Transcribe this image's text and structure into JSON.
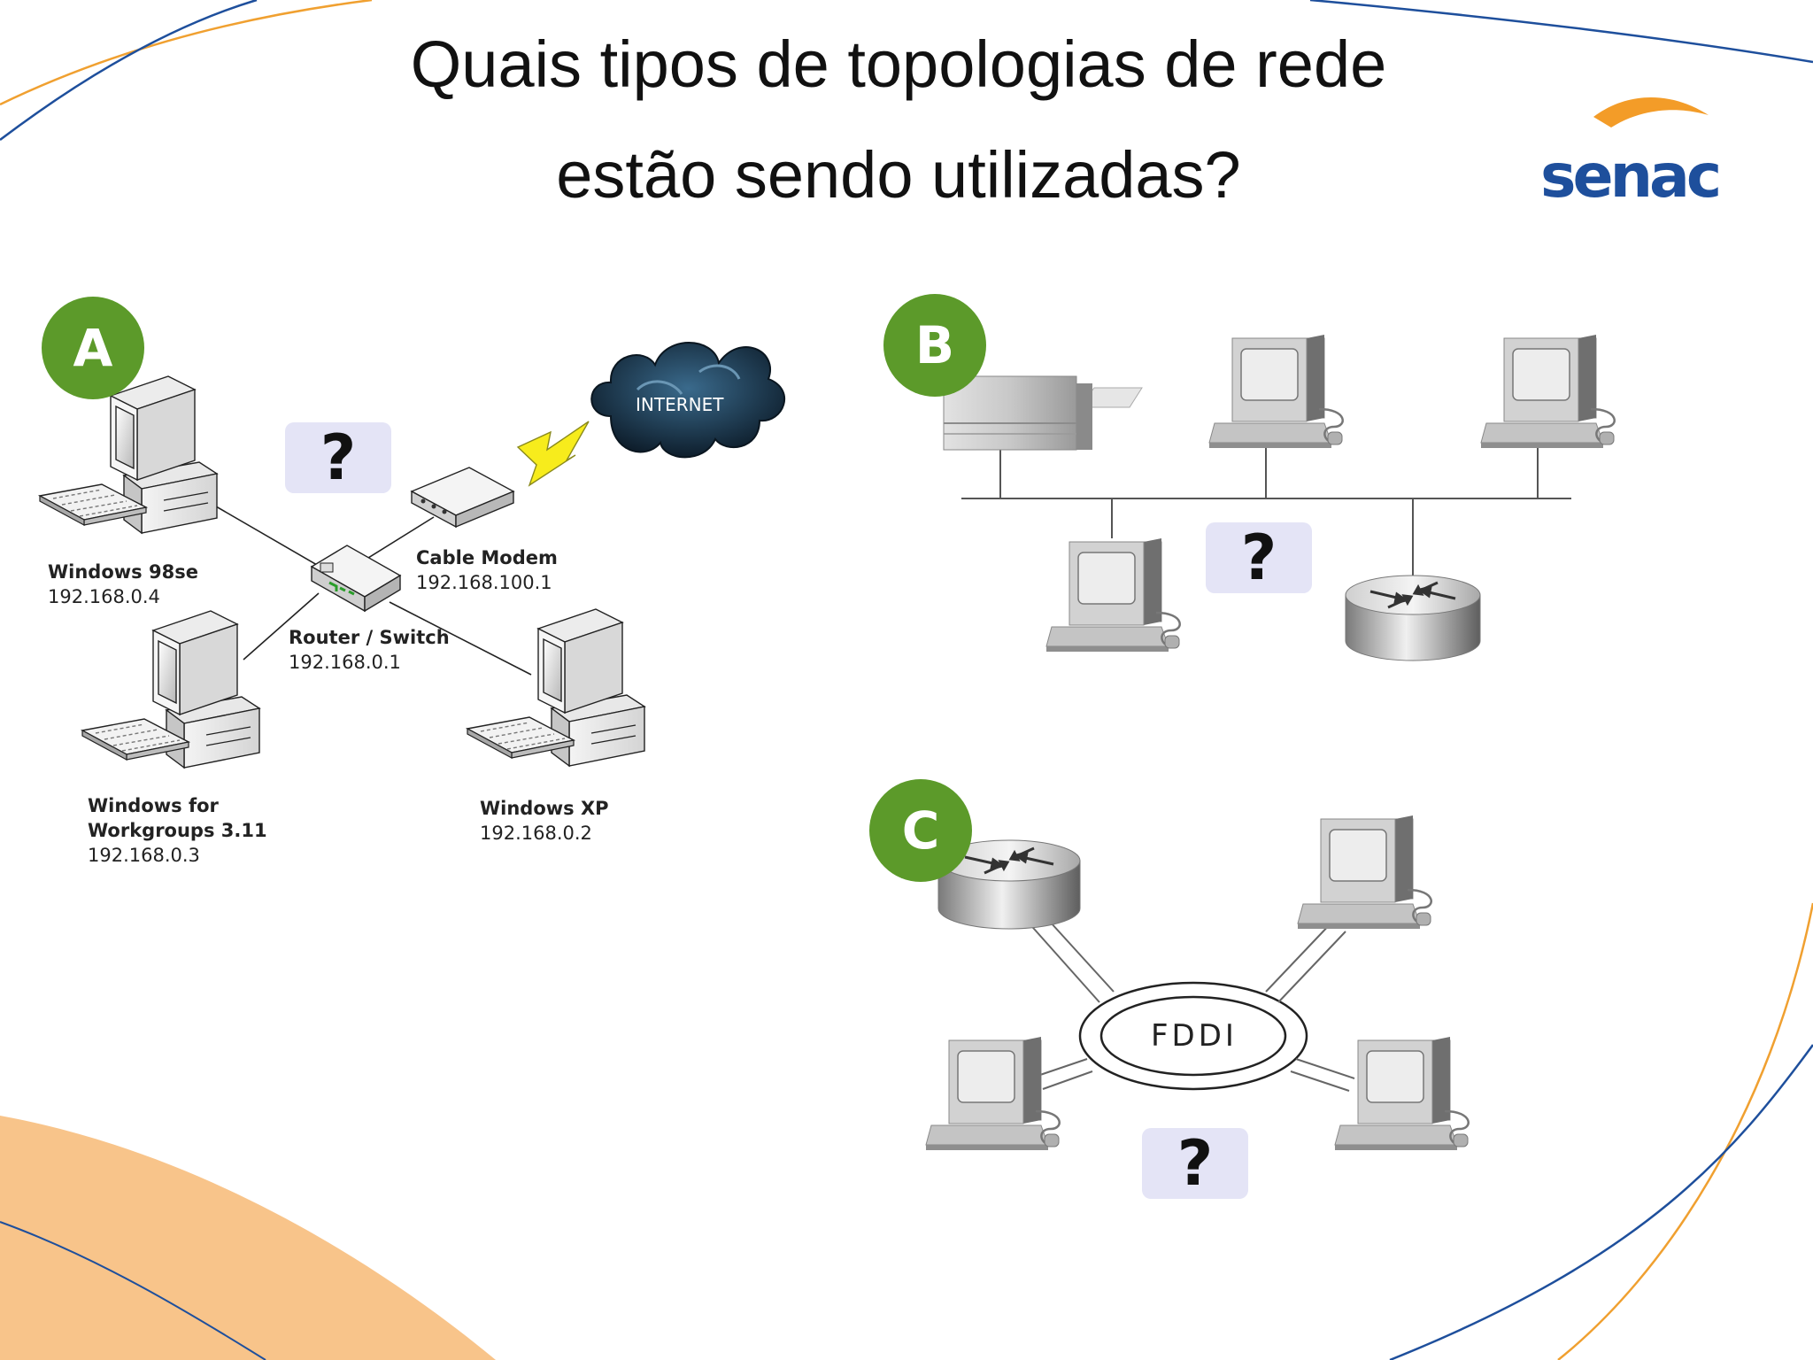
{
  "title": {
    "line1": "Quais tipos de topologias de rede",
    "line2": "estão sendo utilizadas?"
  },
  "logo": {
    "text": "senac",
    "colors": {
      "text": "#1e4f9c",
      "swoosh": "#f39c28"
    }
  },
  "colors": {
    "badge": "#5c9a2a",
    "question_box": "#e4e4f6",
    "corner_orange": "#f8c48a",
    "swoosh_line_orange": "#f0a030",
    "swoosh_line_blue": "#1e4f9c"
  },
  "question_mark": "?",
  "diagram_a": {
    "badge": "A",
    "cloud_label": "INTERNET",
    "nodes": [
      {
        "id": "win98",
        "name": "Windows 98se",
        "ip": "192.168.0.4",
        "icon": "desktop-computer-icon"
      },
      {
        "id": "modem",
        "name": "Cable Modem",
        "ip": "192.168.100.1",
        "icon": "cable-modem-icon"
      },
      {
        "id": "router",
        "name": "Router / Switch",
        "ip": "192.168.0.1",
        "icon": "router-switch-icon"
      },
      {
        "id": "wfw",
        "name_line1": "Windows for",
        "name_line2": "Workgroups 3.11",
        "ip": "192.168.0.3",
        "icon": "desktop-computer-icon"
      },
      {
        "id": "winxp",
        "name": "Windows XP",
        "ip": "192.168.0.2",
        "icon": "desktop-computer-icon"
      }
    ]
  },
  "diagram_b": {
    "badge": "B",
    "nodes": [
      {
        "id": "printer",
        "icon": "printer-icon"
      },
      {
        "id": "ws1",
        "icon": "workstation-icon"
      },
      {
        "id": "ws2",
        "icon": "workstation-icon"
      },
      {
        "id": "ws3",
        "icon": "workstation-icon"
      },
      {
        "id": "router",
        "icon": "router-icon"
      }
    ]
  },
  "diagram_c": {
    "badge": "C",
    "ring_label": "FDDI",
    "nodes": [
      {
        "id": "router",
        "icon": "router-icon"
      },
      {
        "id": "ws-top-right",
        "icon": "workstation-icon"
      },
      {
        "id": "ws-bottom-left",
        "icon": "workstation-icon"
      },
      {
        "id": "ws-bottom-right",
        "icon": "workstation-icon"
      }
    ]
  }
}
